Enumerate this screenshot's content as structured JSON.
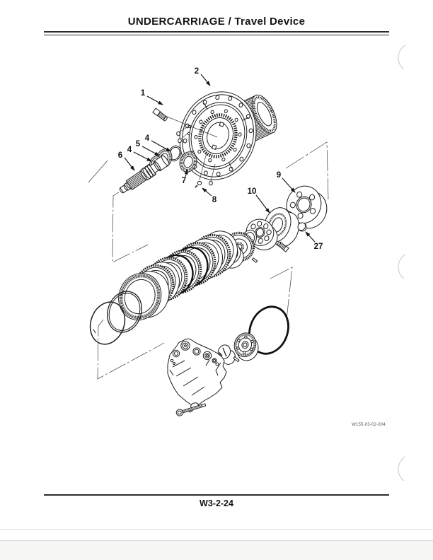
{
  "page": {
    "header": {
      "title": "UNDERCARRIAGE / Travel Device"
    },
    "figure": {
      "code": "W155-03-02-004",
      "callouts": [
        {
          "label": "1"
        },
        {
          "label": "2"
        },
        {
          "label": "4"
        },
        {
          "label": "5"
        },
        {
          "label": "4"
        },
        {
          "label": "6"
        },
        {
          "label": "7"
        },
        {
          "label": "8"
        },
        {
          "label": "9"
        },
        {
          "label": "10"
        },
        {
          "label": "27"
        }
      ]
    },
    "footer": {
      "page_number": "W3-2-24"
    }
  }
}
